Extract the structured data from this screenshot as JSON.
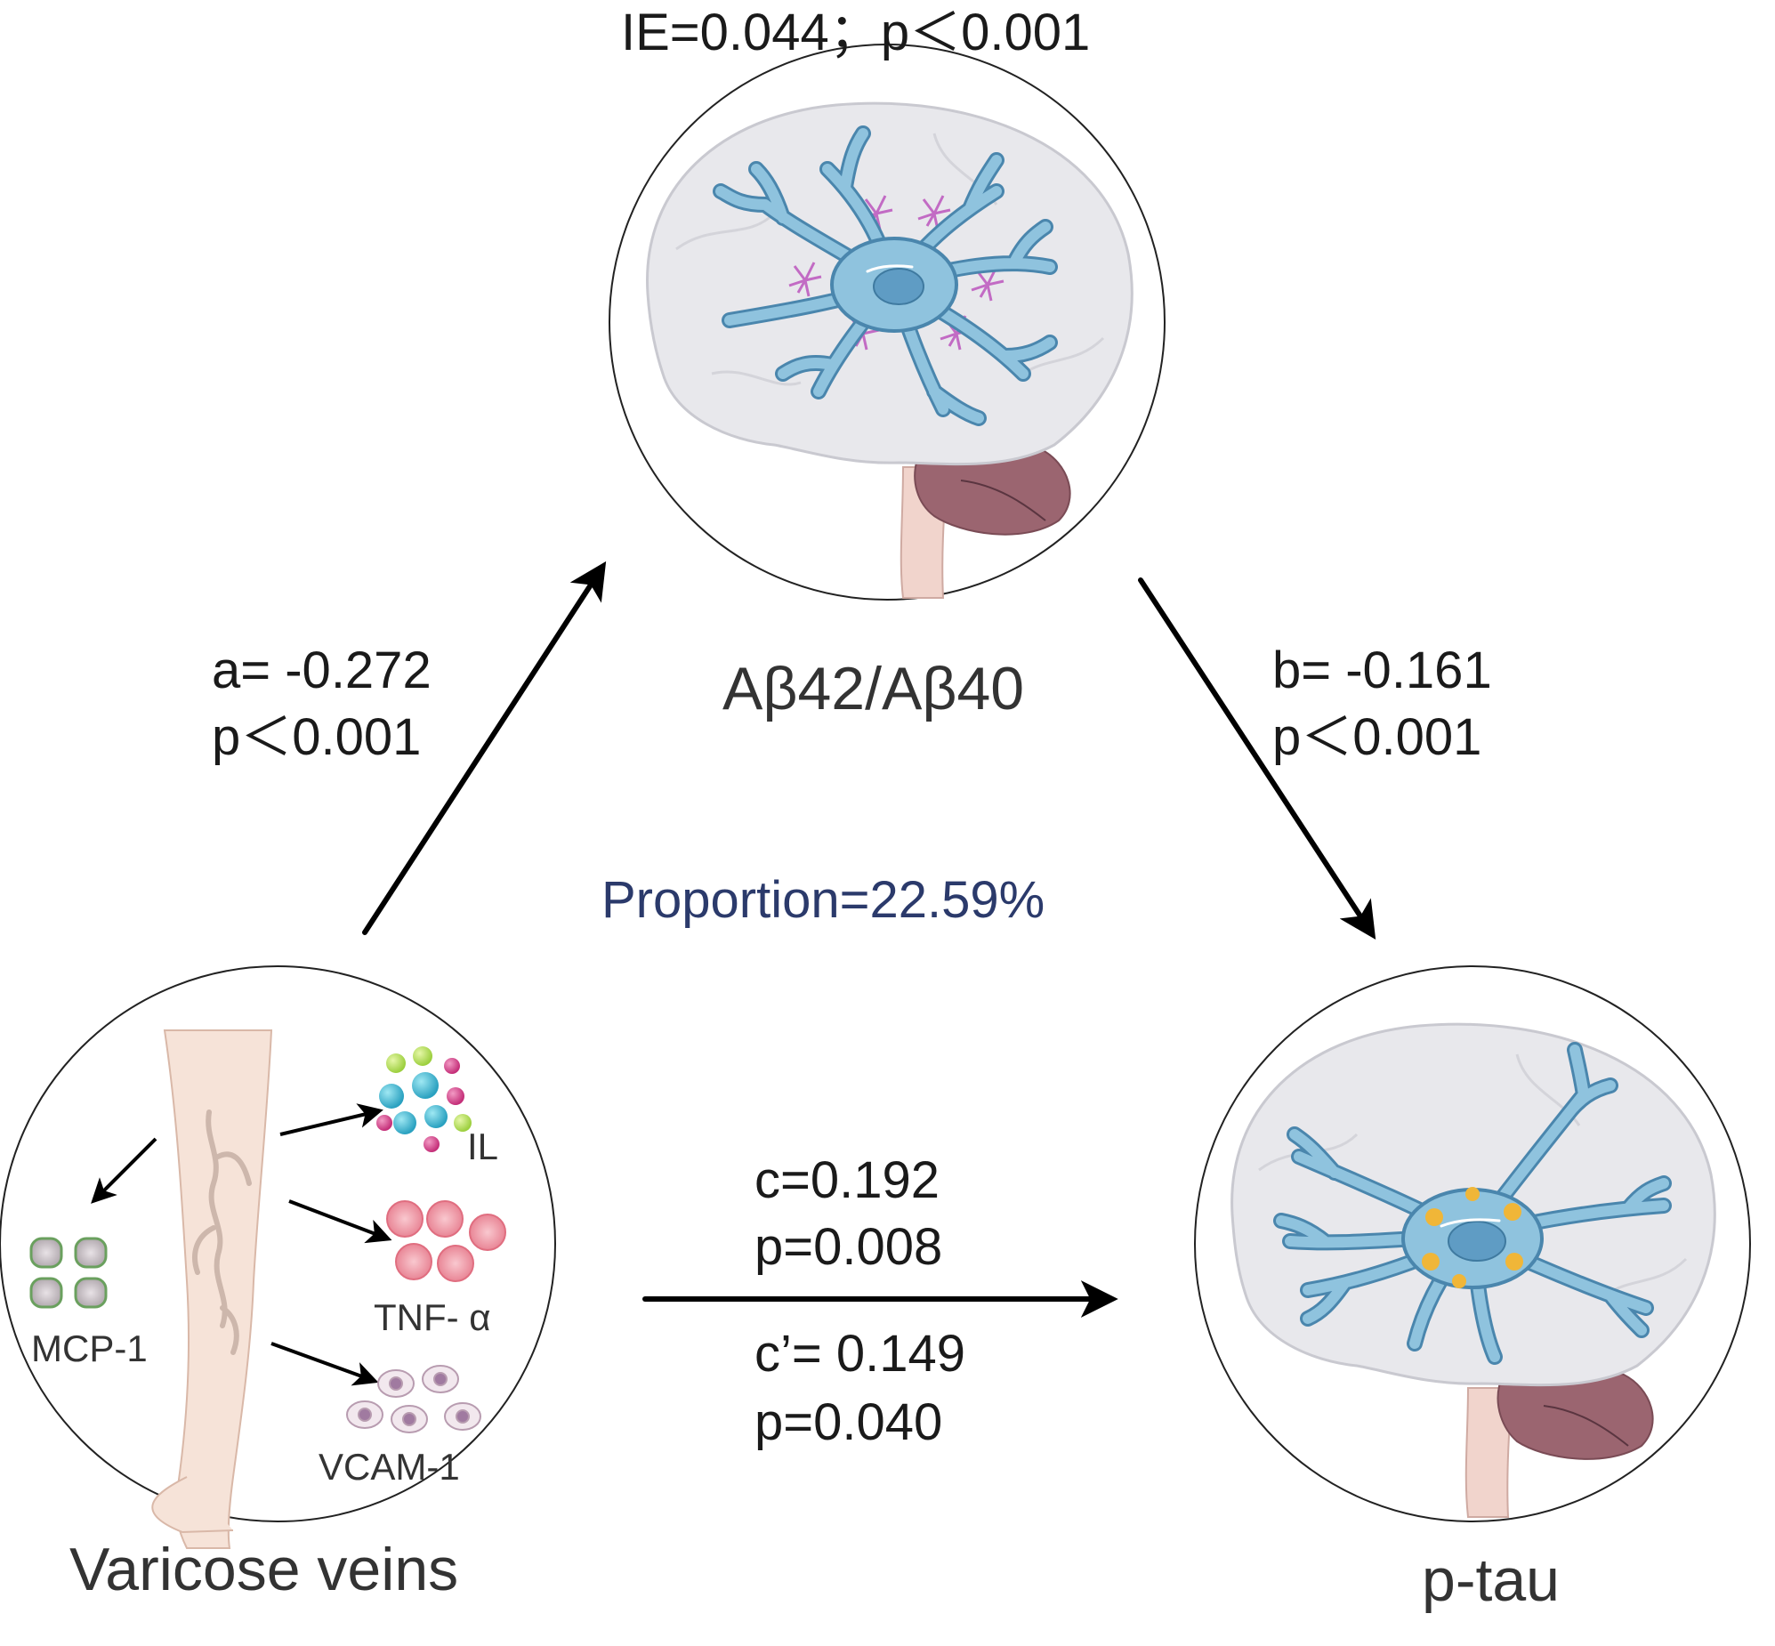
{
  "indirect_effect": "IE=0.044；p＜0.001",
  "nodes": {
    "mediator": {
      "label": "Aβ42/Aβ40"
    },
    "exposure": {
      "label": "Varicose veins"
    },
    "outcome": {
      "label": "p-tau"
    }
  },
  "paths": {
    "a": {
      "coef": "a= -0.272",
      "p": "p＜0.001"
    },
    "b": {
      "coef": "b= -0.161",
      "p": "p＜0.001"
    },
    "c": {
      "coef": "c=0.192",
      "p": "p=0.008"
    },
    "c_prime": {
      "coef": "c’= 0.149",
      "p": "p=0.040"
    }
  },
  "proportion": "Proportion=22.59%",
  "markers": {
    "il": "IL",
    "tnf": "TNF- α",
    "vcam": "VCAM-1",
    "mcp": "MCP-1"
  },
  "colors": {
    "proportion_text": "#2b3a6b",
    "neuron_fill": "#8fc3de",
    "neuron_stroke": "#4a86ad",
    "amyloid": "#c26bc4",
    "tau": "#f0b638",
    "brain": "#e8e8ec",
    "cerebellum": "#9b6570",
    "leg_skin": "#f6e3d8"
  }
}
